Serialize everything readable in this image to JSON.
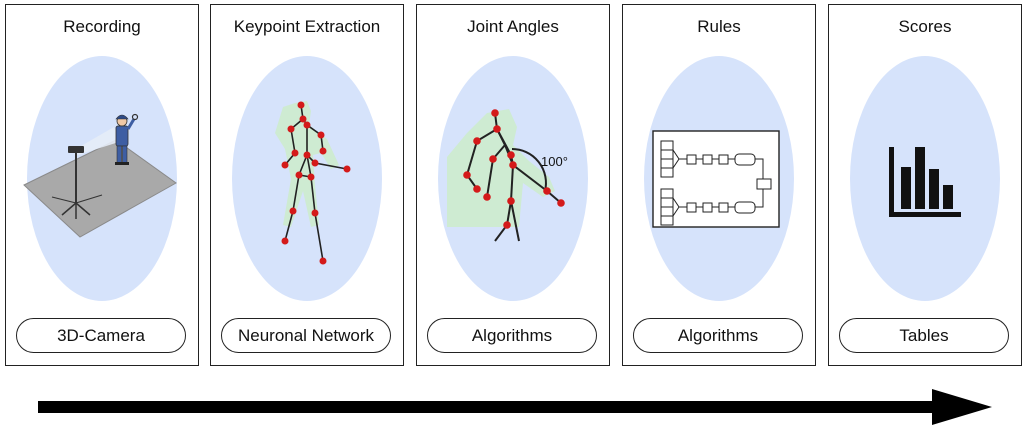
{
  "stages": [
    {
      "title": "Recording",
      "method": "3D-Camera",
      "icon": "camera-recording-icon"
    },
    {
      "title": "Keypoint Extraction",
      "method": "Neuronal Network",
      "icon": "skeleton-keypoints-icon"
    },
    {
      "title": "Joint Angles",
      "method": "Algorithms",
      "icon": "joint-angle-icon",
      "angle_label": "100°"
    },
    {
      "title": "Rules",
      "method": "Algorithms",
      "icon": "rules-flowchart-icon"
    },
    {
      "title": "Scores",
      "method": "Tables",
      "icon": "bar-chart-icon"
    }
  ],
  "colors": {
    "ellipse": "#d6e3fb",
    "keypoint": "#d41a1a",
    "body_silhouette": "#cdebd0",
    "arrow": "#000000"
  }
}
